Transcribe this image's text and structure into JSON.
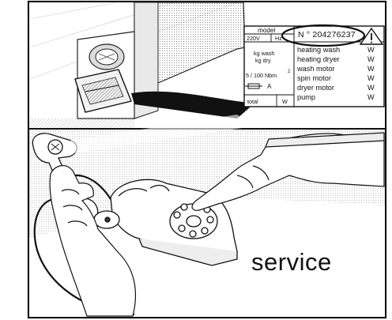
{
  "label": {
    "model": "model",
    "voltage": "220V",
    "hz": "Hz",
    "serial": "N ° 204276237",
    "kg_wash": "kg wash",
    "kg_dry": "kg dry",
    "nbm": "5 / 100 Nbm",
    "nbm_sup": "2",
    "amp": "A",
    "total": "total",
    "total_unit": "W",
    "components": [
      {
        "name": "heating wash",
        "unit": "W"
      },
      {
        "name": "heating dryer",
        "unit": "W"
      },
      {
        "name": "wash motor",
        "unit": "W"
      },
      {
        "name": "spin motor",
        "unit": "W"
      },
      {
        "name": "dryer motor",
        "unit": "W"
      },
      {
        "name": "pump",
        "unit": "W"
      }
    ]
  },
  "caption": "service",
  "icons": [
    "warning-triangle-icon",
    "fuse-symbol-icon"
  ]
}
